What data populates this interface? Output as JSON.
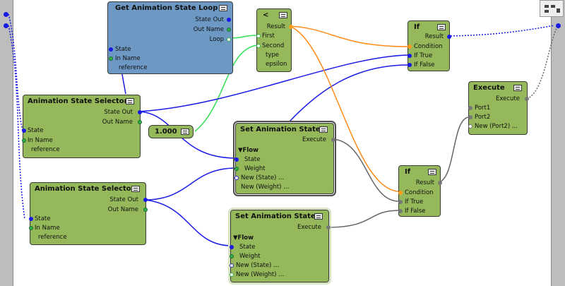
{
  "nodes": {
    "get_loop": {
      "title": "Get Animation State Loop",
      "out": [
        "State Out",
        "Out Name",
        "Loop"
      ],
      "in": [
        "State",
        "In Name",
        "reference"
      ]
    },
    "less": {
      "title": "<",
      "out": [
        "Result"
      ],
      "in": [
        "First",
        "Second",
        "type",
        "epsilon"
      ]
    },
    "if1": {
      "title": "If",
      "out": [
        "Result"
      ],
      "in": [
        "Condition",
        "If True",
        "If False"
      ]
    },
    "selector1": {
      "title": "Animation State Selector",
      "out": [
        "State Out",
        "Out Name"
      ],
      "in": [
        "State",
        "In Name",
        "reference"
      ]
    },
    "const": {
      "value": "1.000"
    },
    "set1": {
      "title": "Set Animation State",
      "out": [
        "Execute"
      ],
      "flow": "▼Flow",
      "in": [
        "State",
        "Weight",
        "New (State) ...",
        "New (Weight) ..."
      ]
    },
    "execute": {
      "title": "Execute",
      "out": [
        "Execute"
      ],
      "in": [
        "Port1",
        "Port2",
        "New (Port2) ..."
      ]
    },
    "if2": {
      "title": "If",
      "out": [
        "Result"
      ],
      "in": [
        "Condition",
        "If True",
        "If False"
      ]
    },
    "selector2": {
      "title": "Animation State Selector",
      "out": [
        "State Out",
        "Out Name"
      ],
      "in": [
        "State",
        "In Name",
        "reference"
      ]
    },
    "set2": {
      "title": "Set Animation State",
      "out": [
        "Execute"
      ],
      "flow": "▼Flow",
      "in": [
        "State",
        "Weight",
        "New (State) ...",
        "New (Weight) ..."
      ]
    }
  },
  "colors": {
    "node_green": "#94b85a",
    "node_blue": "#6d98c3",
    "wire_blue": "#1a1ae6",
    "wire_green": "#33dd55",
    "wire_orange": "#ff8c1a",
    "wire_gray": "#666666"
  }
}
